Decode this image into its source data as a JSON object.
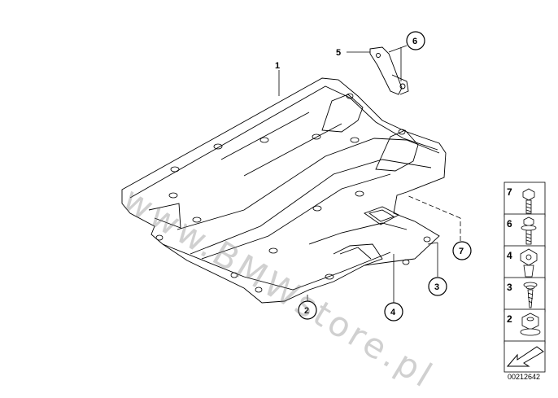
{
  "diagram": {
    "callouts": [
      {
        "id": "1",
        "style": "plain"
      },
      {
        "id": "5",
        "style": "plain"
      },
      {
        "id": "6",
        "style": "circle"
      },
      {
        "id": "7",
        "style": "circle"
      },
      {
        "id": "3",
        "style": "circle"
      },
      {
        "id": "4",
        "style": "circle"
      },
      {
        "id": "2",
        "style": "circle"
      }
    ],
    "watermark": "www.BMWstore.pl",
    "legend": [
      {
        "number": "7",
        "part": "hex-bolt-icon"
      },
      {
        "number": "6",
        "part": "flange-bolt-icon"
      },
      {
        "number": "4",
        "part": "expanding-clip-icon"
      },
      {
        "number": "3",
        "part": "self-tapping-screw-icon"
      },
      {
        "number": "2",
        "part": "flange-nut-icon"
      }
    ],
    "document_id": "00212642",
    "line_color": "#000000"
  }
}
